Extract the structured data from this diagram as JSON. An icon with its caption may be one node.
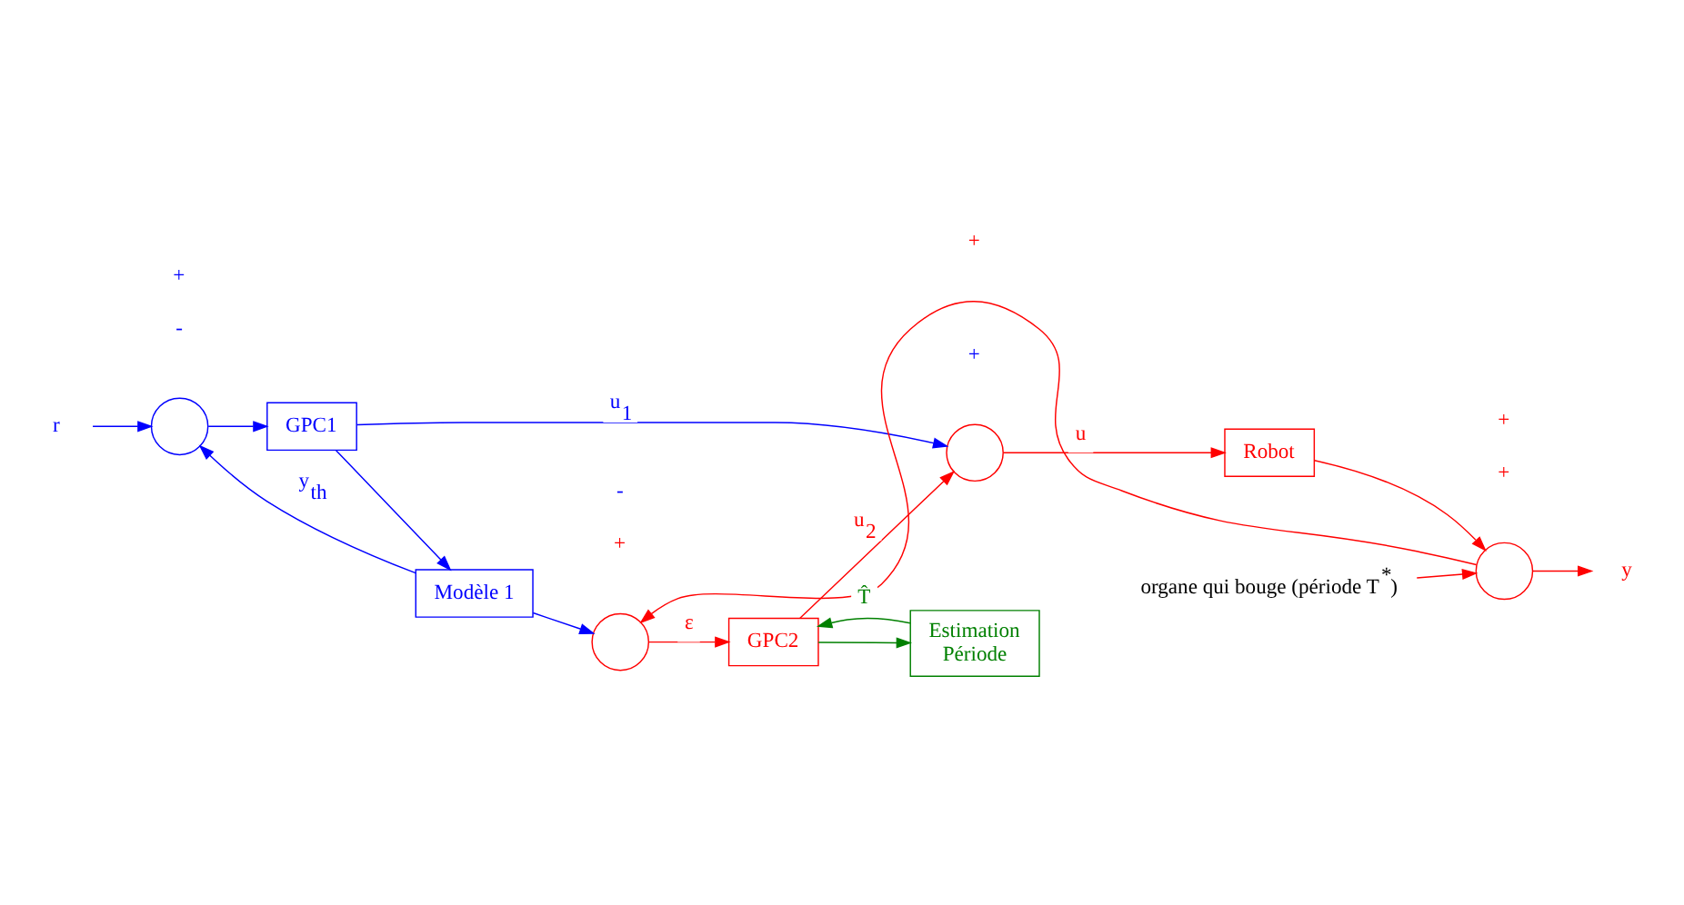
{
  "diagram": {
    "nodes": [
      {
        "text": [
          "r"
        ]
      },
      {
        "text": [],
        "shape": "circle"
      },
      {
        "text": [
          "GPC1"
        ]
      },
      {
        "text": [
          "Modèle 1"
        ]
      },
      {
        "text": [
          "organe qui bouge (période T$^{*}$)"
        ]
      },
      {
        "text": [],
        "shape": "circle"
      },
      {
        "text": [
          "GPC2"
        ]
      },
      {
        "text": [],
        "shape": "circle"
      },
      {
        "text": [
          "Robot"
        ]
      },
      {
        "text": [],
        "shape": "circle"
      },
      {
        "text": [
          "y"
        ]
      },
      {
        "text": [
          "Estimation",
          "Période"
        ]
      }
    ],
    "edges": [
      {
        "from": 0,
        "to": 1,
        "arrow": "to",
        "color": "#0000ff"
      },
      {
        "from": 1,
        "to": 2,
        "arrow": "to",
        "color": "#0000ff"
      },
      {
        "from": 2,
        "to": 7,
        "arrow": "to",
        "label": "u$_{1}$",
        "color": "#0000ff"
      },
      {
        "from": 2,
        "to": 3,
        "arrow": "to",
        "color": "#0000ff"
      },
      {
        "from": 3,
        "to": 1,
        "arrow": "to",
        "label": "y$_{th}$",
        "color": "#0000ff"
      },
      {
        "from": 3,
        "to": 5,
        "arrow": "to",
        "color": "#0000ff"
      },
      {
        "from": 5,
        "to": 6,
        "arrow": "to",
        "label": "ε"
      },
      {
        "from": 6,
        "to": 7,
        "arrow": "to",
        "label": "u$_{2}$"
      },
      {
        "from": 6,
        "to": 11,
        "arrow": "to",
        "color": "#008000"
      },
      {
        "from": 11,
        "to": 6,
        "arrow": "to",
        "label": "T̂",
        "color": "#008000"
      },
      {
        "from": 7,
        "to": 8,
        "arrow": "to",
        "label": "u"
      },
      {
        "from": 8,
        "to": 9,
        "arrow": "to"
      },
      {
        "from": 4,
        "to": 9,
        "arrow": "to"
      },
      {
        "from": 9,
        "to": 10,
        "arrow": "to"
      },
      {
        "from": 9,
        "to": 5,
        "arrow": "to"
      }
    ],
    "labels": [
      "+",
      "-",
      "-",
      "+",
      "+",
      "+",
      "+",
      "+"
    ]
  }
}
